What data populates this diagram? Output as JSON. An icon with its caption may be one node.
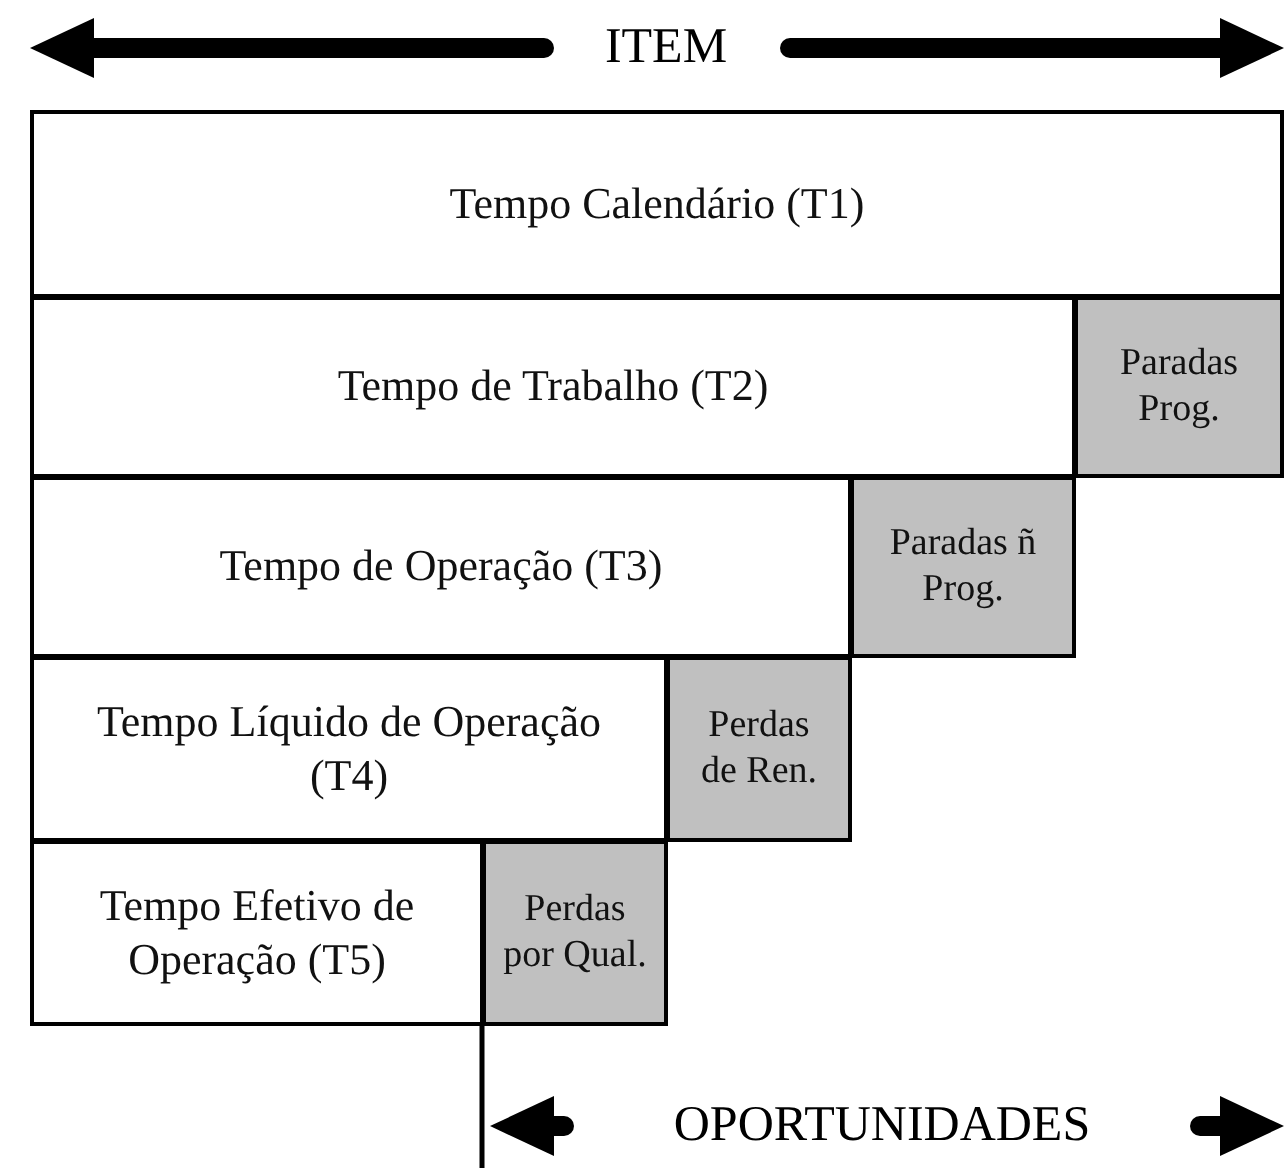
{
  "diagram": {
    "nodes": [
      {
        "text": [
          "Tempo Calendário (T1)"
        ]
      },
      {
        "text": [
          "Tempo de Trabalho (T2)"
        ]
      },
      {
        "text": [
          "Paradas Prog."
        ]
      },
      {
        "text": [
          "Tempo de Operação (T3)"
        ]
      },
      {
        "text": [
          "Paradas ñ Prog."
        ]
      },
      {
        "text": [
          "Tempo Líquido de Operação (T4)"
        ]
      },
      {
        "text": [
          "Perdas de Ren."
        ]
      },
      {
        "text": [
          "Tempo Efetivo de Operação (T5)"
        ]
      },
      {
        "text": [
          "Perdas por Qual."
        ]
      }
    ],
    "labels": [
      "ITEM",
      "OPORTUNIDADES"
    ]
  }
}
